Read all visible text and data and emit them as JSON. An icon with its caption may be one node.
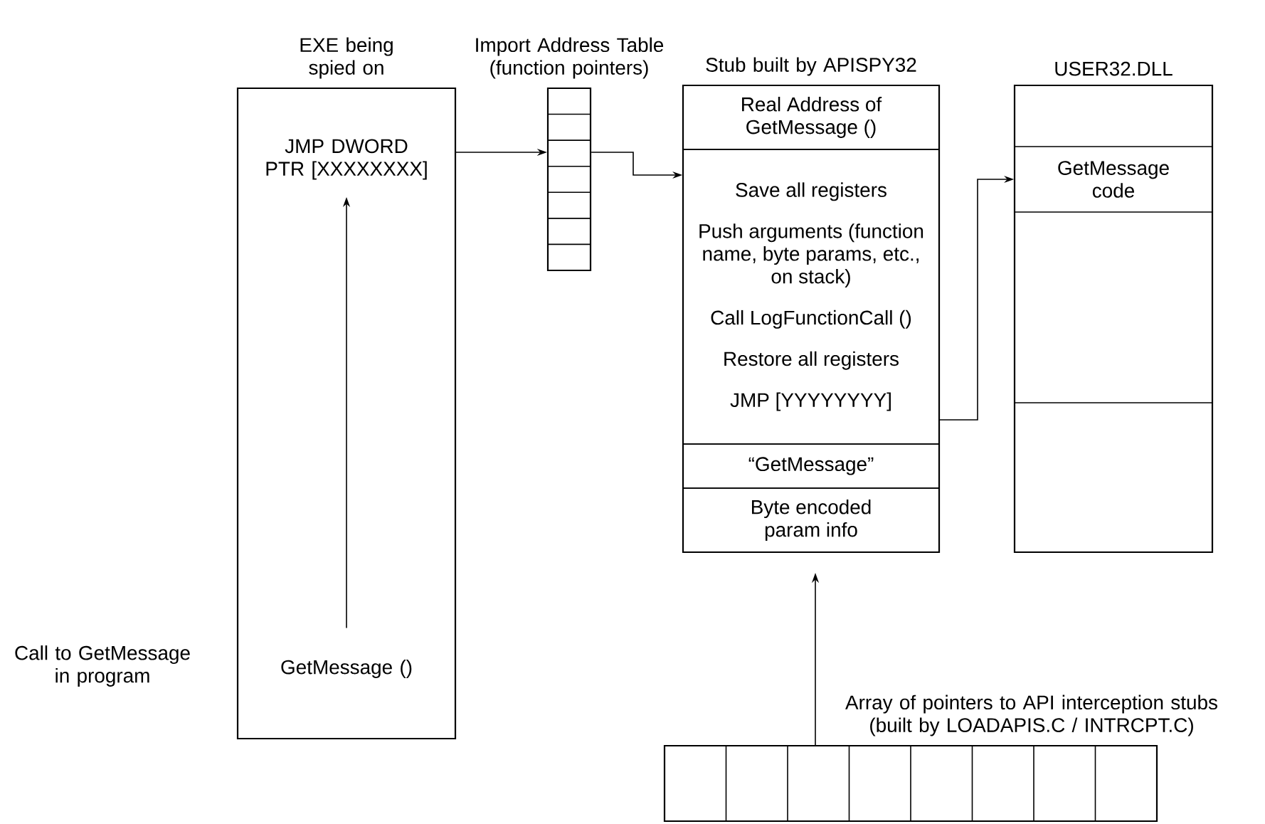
{
  "diagram": {
    "nodes": [
      {
        "text": [
          "EXE being spied on"
        ]
      },
      {
        "text": [
          "JMP DWORD PTR [XXXXXXXX]"
        ],
        "in": 0
      },
      {
        "text": [
          "GetMessage ()"
        ],
        "in": 0
      },
      {
        "text": [
          "Import Address Table (function pointers)"
        ]
      },
      {
        "text": [
          "Stub built by APISPY32"
        ]
      },
      {
        "text": [
          "Real Address of GetMessage ()"
        ],
        "in": 4
      },
      {
        "text": [
          "Save all registers",
          "Push arguments (function name, byte params, etc., on stack)",
          "Call LogFunctionCall ()",
          "Restore all registers",
          "JMP [YYYYYYYY]"
        ],
        "in": 4
      },
      {
        "text": [
          "“GetMessage”"
        ],
        "in": 4
      },
      {
        "text": [
          "Byte encoded param info"
        ],
        "in": 4
      },
      {
        "text": [
          "USER32.DLL"
        ]
      },
      {
        "text": [
          "GetMessage code"
        ],
        "in": 9
      },
      {
        "text": [
          "Array of pointers to API interception stubs (built by LOADAPIS.C / INTRCPT.C)"
        ]
      }
    ],
    "edges": [
      {
        "from": 2,
        "to": 1,
        "arrow": "to"
      },
      {
        "from": 1,
        "to": 3,
        "arrow": "to"
      },
      {
        "from": 3,
        "to": 6,
        "arrow": "to"
      },
      {
        "from": 6,
        "to": 10,
        "arrow": "to"
      },
      {
        "from": 11,
        "to": 4,
        "arrow": "to"
      }
    ],
    "labels": [
      "Call to GetMessage in program"
    ]
  }
}
